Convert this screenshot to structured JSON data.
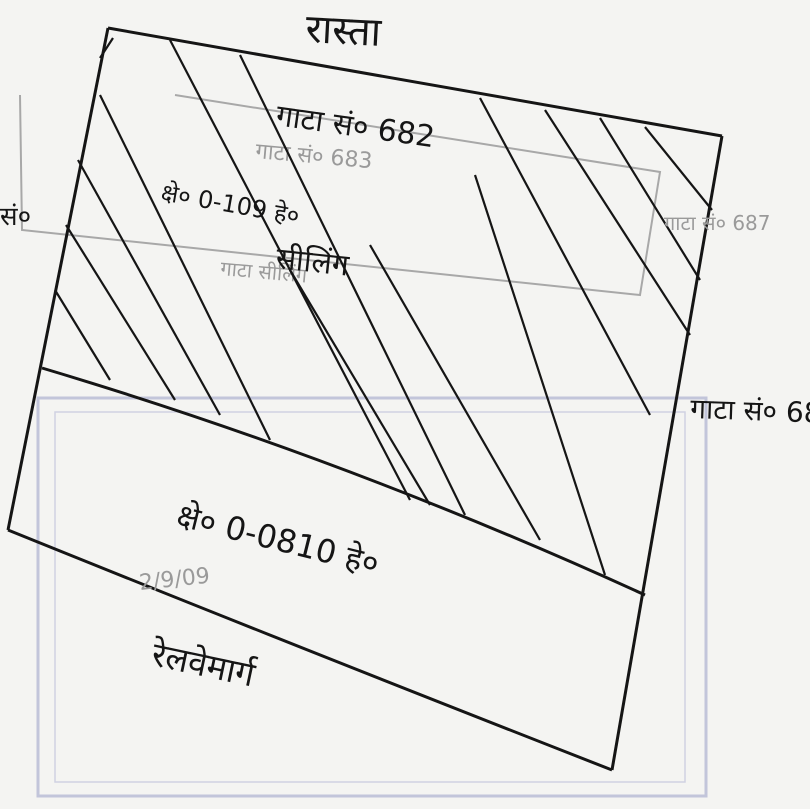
{
  "road_label": "रास्ता",
  "plot_682_label": "गाटा सं० 682",
  "area_upper_label": "क्षे० 0-109 हे०",
  "sealing_label": "सीलिंग",
  "left_edge_label": "सं०",
  "plot_687_label": "गाटा सं० 687",
  "plot_683_label": "गाटा सं० 683",
  "area_lower_label": "क्षे० 0-0810 हे०",
  "date_label": "2/9/09",
  "railway_label": "रेलवेमार्ग",
  "background_text": {
    "plot_683_faint": "गाटा सं० 683",
    "sealing_faint": "गाटा सीलिंग"
  },
  "colors": {
    "ink": "#151515",
    "paper": "#f4f4f2",
    "faint_pencil": "#9a9a9a",
    "stamp": "#9aa0c8"
  }
}
